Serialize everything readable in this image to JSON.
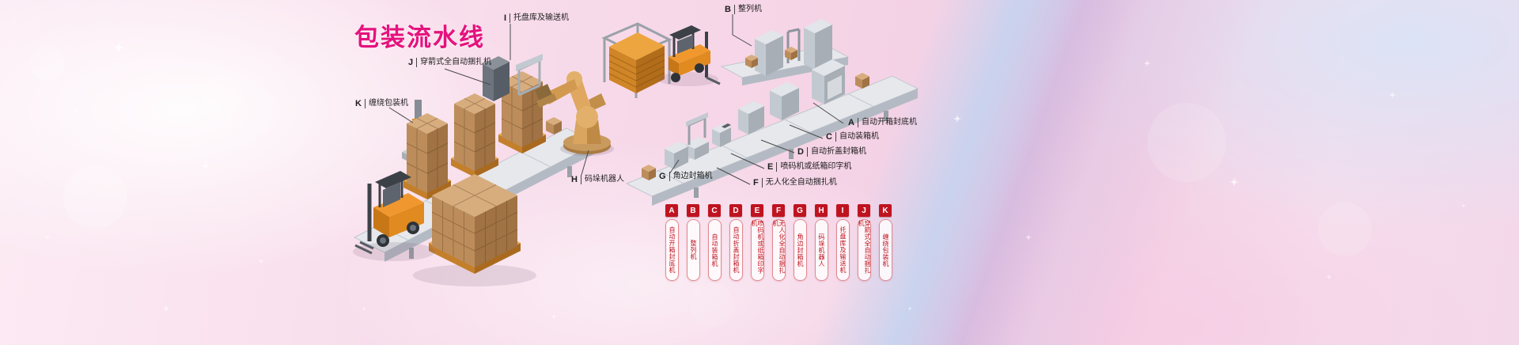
{
  "title": "包装流水线",
  "machines": [
    {
      "letter": "A",
      "label": "自动开箱封底机"
    },
    {
      "letter": "B",
      "label": "整列机"
    },
    {
      "letter": "C",
      "label": "自动装箱机"
    },
    {
      "letter": "D",
      "label": "自动折盖封箱机"
    },
    {
      "letter": "E",
      "label": "喷码机或纸箱印字机"
    },
    {
      "letter": "F",
      "label": "无人化全自动捆扎机"
    },
    {
      "letter": "G",
      "label": "角边封箱机"
    },
    {
      "letter": "H",
      "label": "码垛机器人"
    },
    {
      "letter": "I",
      "label": "托盘库及输送机"
    },
    {
      "letter": "J",
      "label": "穿箭式全自动捆扎机"
    },
    {
      "letter": "K",
      "label": "缠绕包装机"
    }
  ],
  "colors": {
    "title": "#e5127d",
    "legend_red": "#bf1420",
    "callout_text": "#1d1d1d",
    "background_pink": "#f5d3e6",
    "background_blue": "#b8d3f2"
  }
}
